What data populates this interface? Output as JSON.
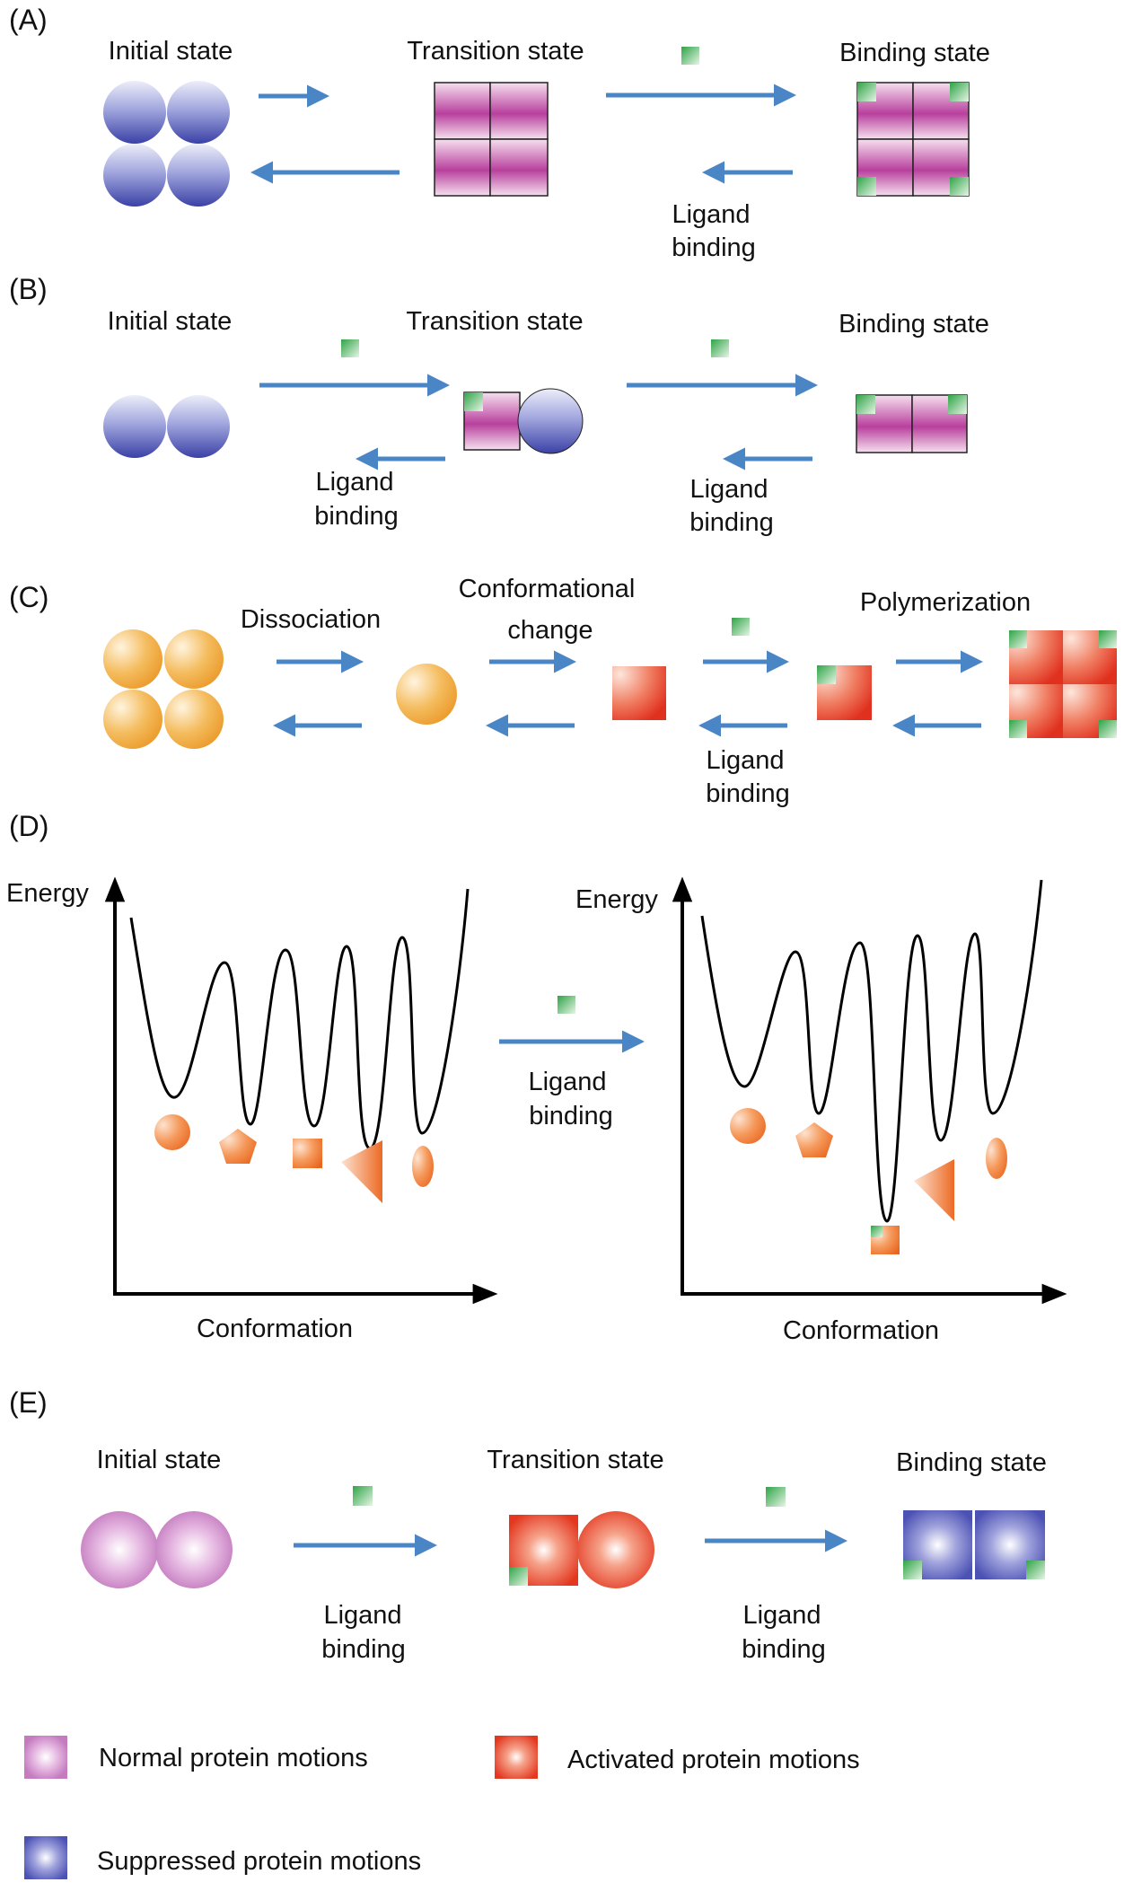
{
  "colors": {
    "arrow": "#4a86c5",
    "blue_protein": "#4f56b0",
    "magenta_protein": "#b43c9a",
    "orange_protein": "#f0a338",
    "red_protein": "#e5432c",
    "ligand_green": "#36b34a",
    "normal_pink": "#c77cc2",
    "curve": "#000000",
    "shape_orange": "#f07830"
  },
  "panel_a": {
    "label": "(A)",
    "initial_state": "Initial state",
    "transition_state": "Transition state",
    "binding_state": "Binding state",
    "ligand_binding_line1": "Ligand",
    "ligand_binding_line2": "binding"
  },
  "panel_b": {
    "label": "(B)",
    "initial_state": "Initial state",
    "transition_state": "Transition state",
    "binding_state": "Binding state",
    "ligand_binding_1_line1": "Ligand",
    "ligand_binding_1_line2": "binding",
    "ligand_binding_2_line1": "Ligand",
    "ligand_binding_2_line2": "binding"
  },
  "panel_c": {
    "label": "(C)",
    "dissociation": "Dissociation",
    "conformational_change_line1": "Conformational",
    "conformational_change_line2": "change",
    "polymerization": "Polymerization",
    "ligand_binding_line1": "Ligand",
    "ligand_binding_line2": "binding"
  },
  "panel_d": {
    "label": "(D)",
    "left_ylabel": "Energy",
    "left_xlabel": "Conformation",
    "right_ylabel": "Energy",
    "right_xlabel": "Conformation",
    "ligand_binding_line1": "Ligand",
    "ligand_binding_line2": "binding"
  },
  "panel_e": {
    "label": "(E)",
    "initial_state": "Initial state",
    "transition_state": "Transition state",
    "binding_state": "Binding state",
    "ligand_binding_1_line1": "Ligand",
    "ligand_binding_1_line2": "binding",
    "ligand_binding_2_line1": "Ligand",
    "ligand_binding_2_line2": "binding"
  },
  "legend": {
    "normal": "Normal protein motions",
    "activated": "Activated protein motions",
    "suppressed": "Suppressed protein motions"
  }
}
